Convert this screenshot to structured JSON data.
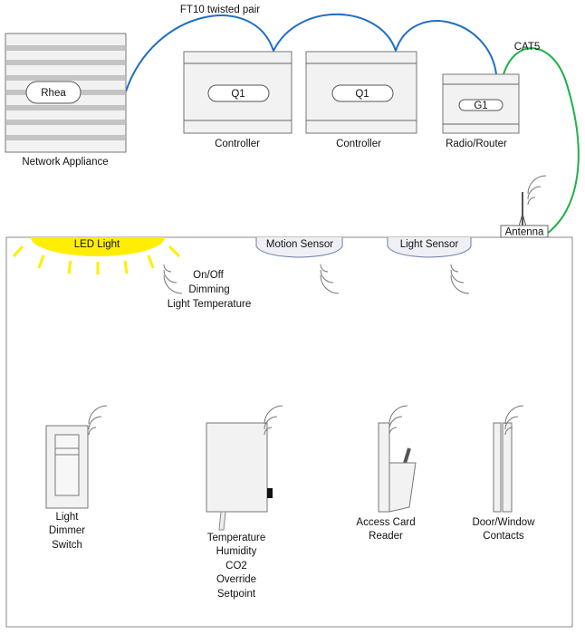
{
  "cables": {
    "ft10": "FT10 twisted pair",
    "cat5": "CAT5",
    "ft10_color": "#1f6fc5",
    "cat5_color": "#1fb14a"
  },
  "network_appliance": {
    "chip": "Rhea",
    "label": "Network Appliance"
  },
  "controllers": [
    {
      "chip": "Q1",
      "label": "Controller"
    },
    {
      "chip": "Q1",
      "label": "Controller"
    }
  ],
  "router": {
    "chip": "G1",
    "label": "Radio/Router"
  },
  "antenna": {
    "label": "Antenna"
  },
  "led_light": {
    "label": "LED Light",
    "color": "#ffee00",
    "functions": [
      "On/Off",
      "Dimming",
      "Light Temperature"
    ]
  },
  "sensors": {
    "motion": "Motion Sensor",
    "light": "Light Sensor"
  },
  "devices": {
    "dimmer": [
      "Light",
      "Dimmer",
      "Switch"
    ],
    "thermostat": [
      "Temperature",
      "Humidity",
      "CO2",
      "Override",
      "Setpoint"
    ],
    "card_reader": [
      "Access Card",
      "Reader"
    ],
    "contacts": [
      "Door/Window",
      "Contacts"
    ]
  }
}
